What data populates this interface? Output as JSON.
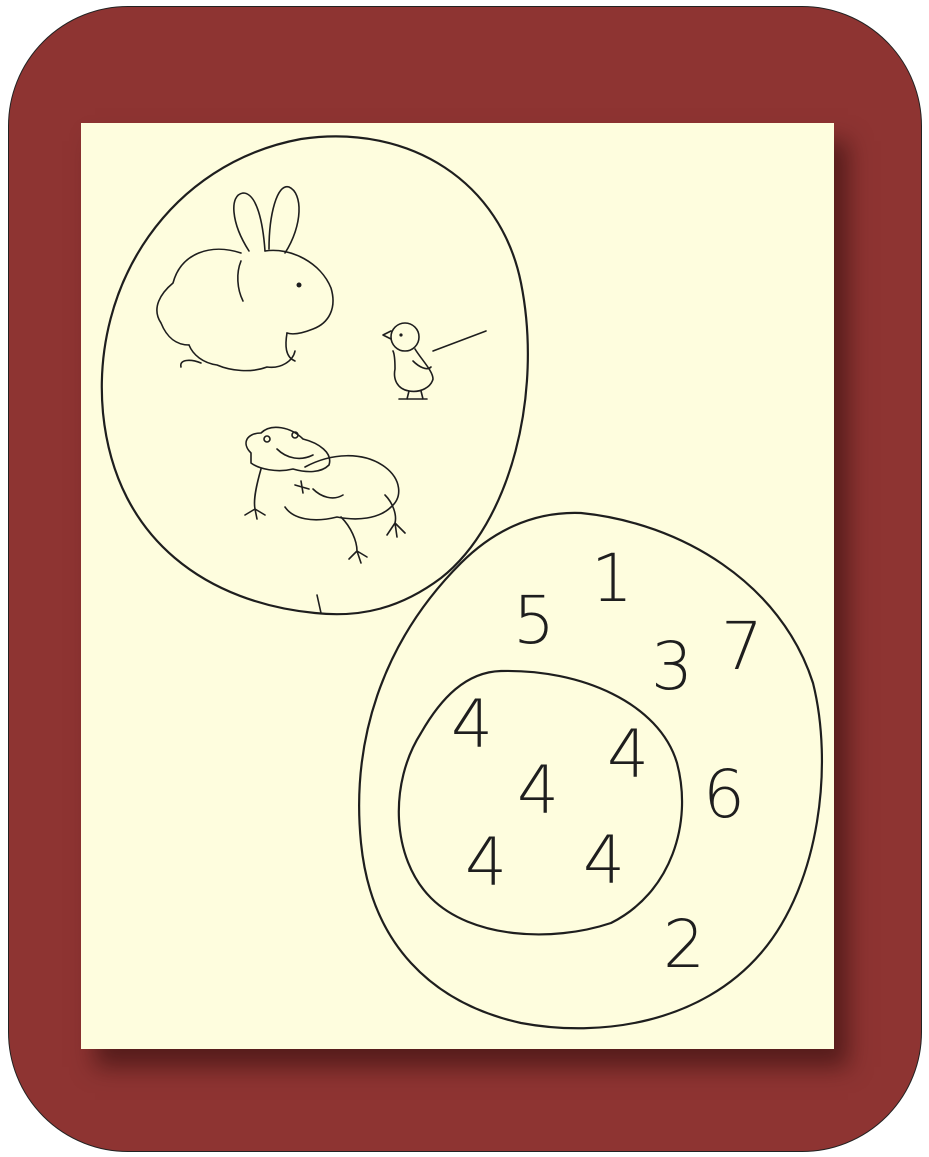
{
  "colors": {
    "frame": "#8e3432",
    "paper": "#fefdde",
    "ink": "#1e1e1e"
  },
  "animals_set": {
    "members": [
      "rabbit-icon",
      "bird-icon",
      "frog-icon"
    ]
  },
  "numbers_set": {
    "outer_numbers": [
      "1",
      "5",
      "3",
      "7",
      "6",
      "2"
    ],
    "inner_subset": {
      "numbers": [
        "4",
        "4",
        "4",
        "4",
        "4"
      ]
    }
  }
}
